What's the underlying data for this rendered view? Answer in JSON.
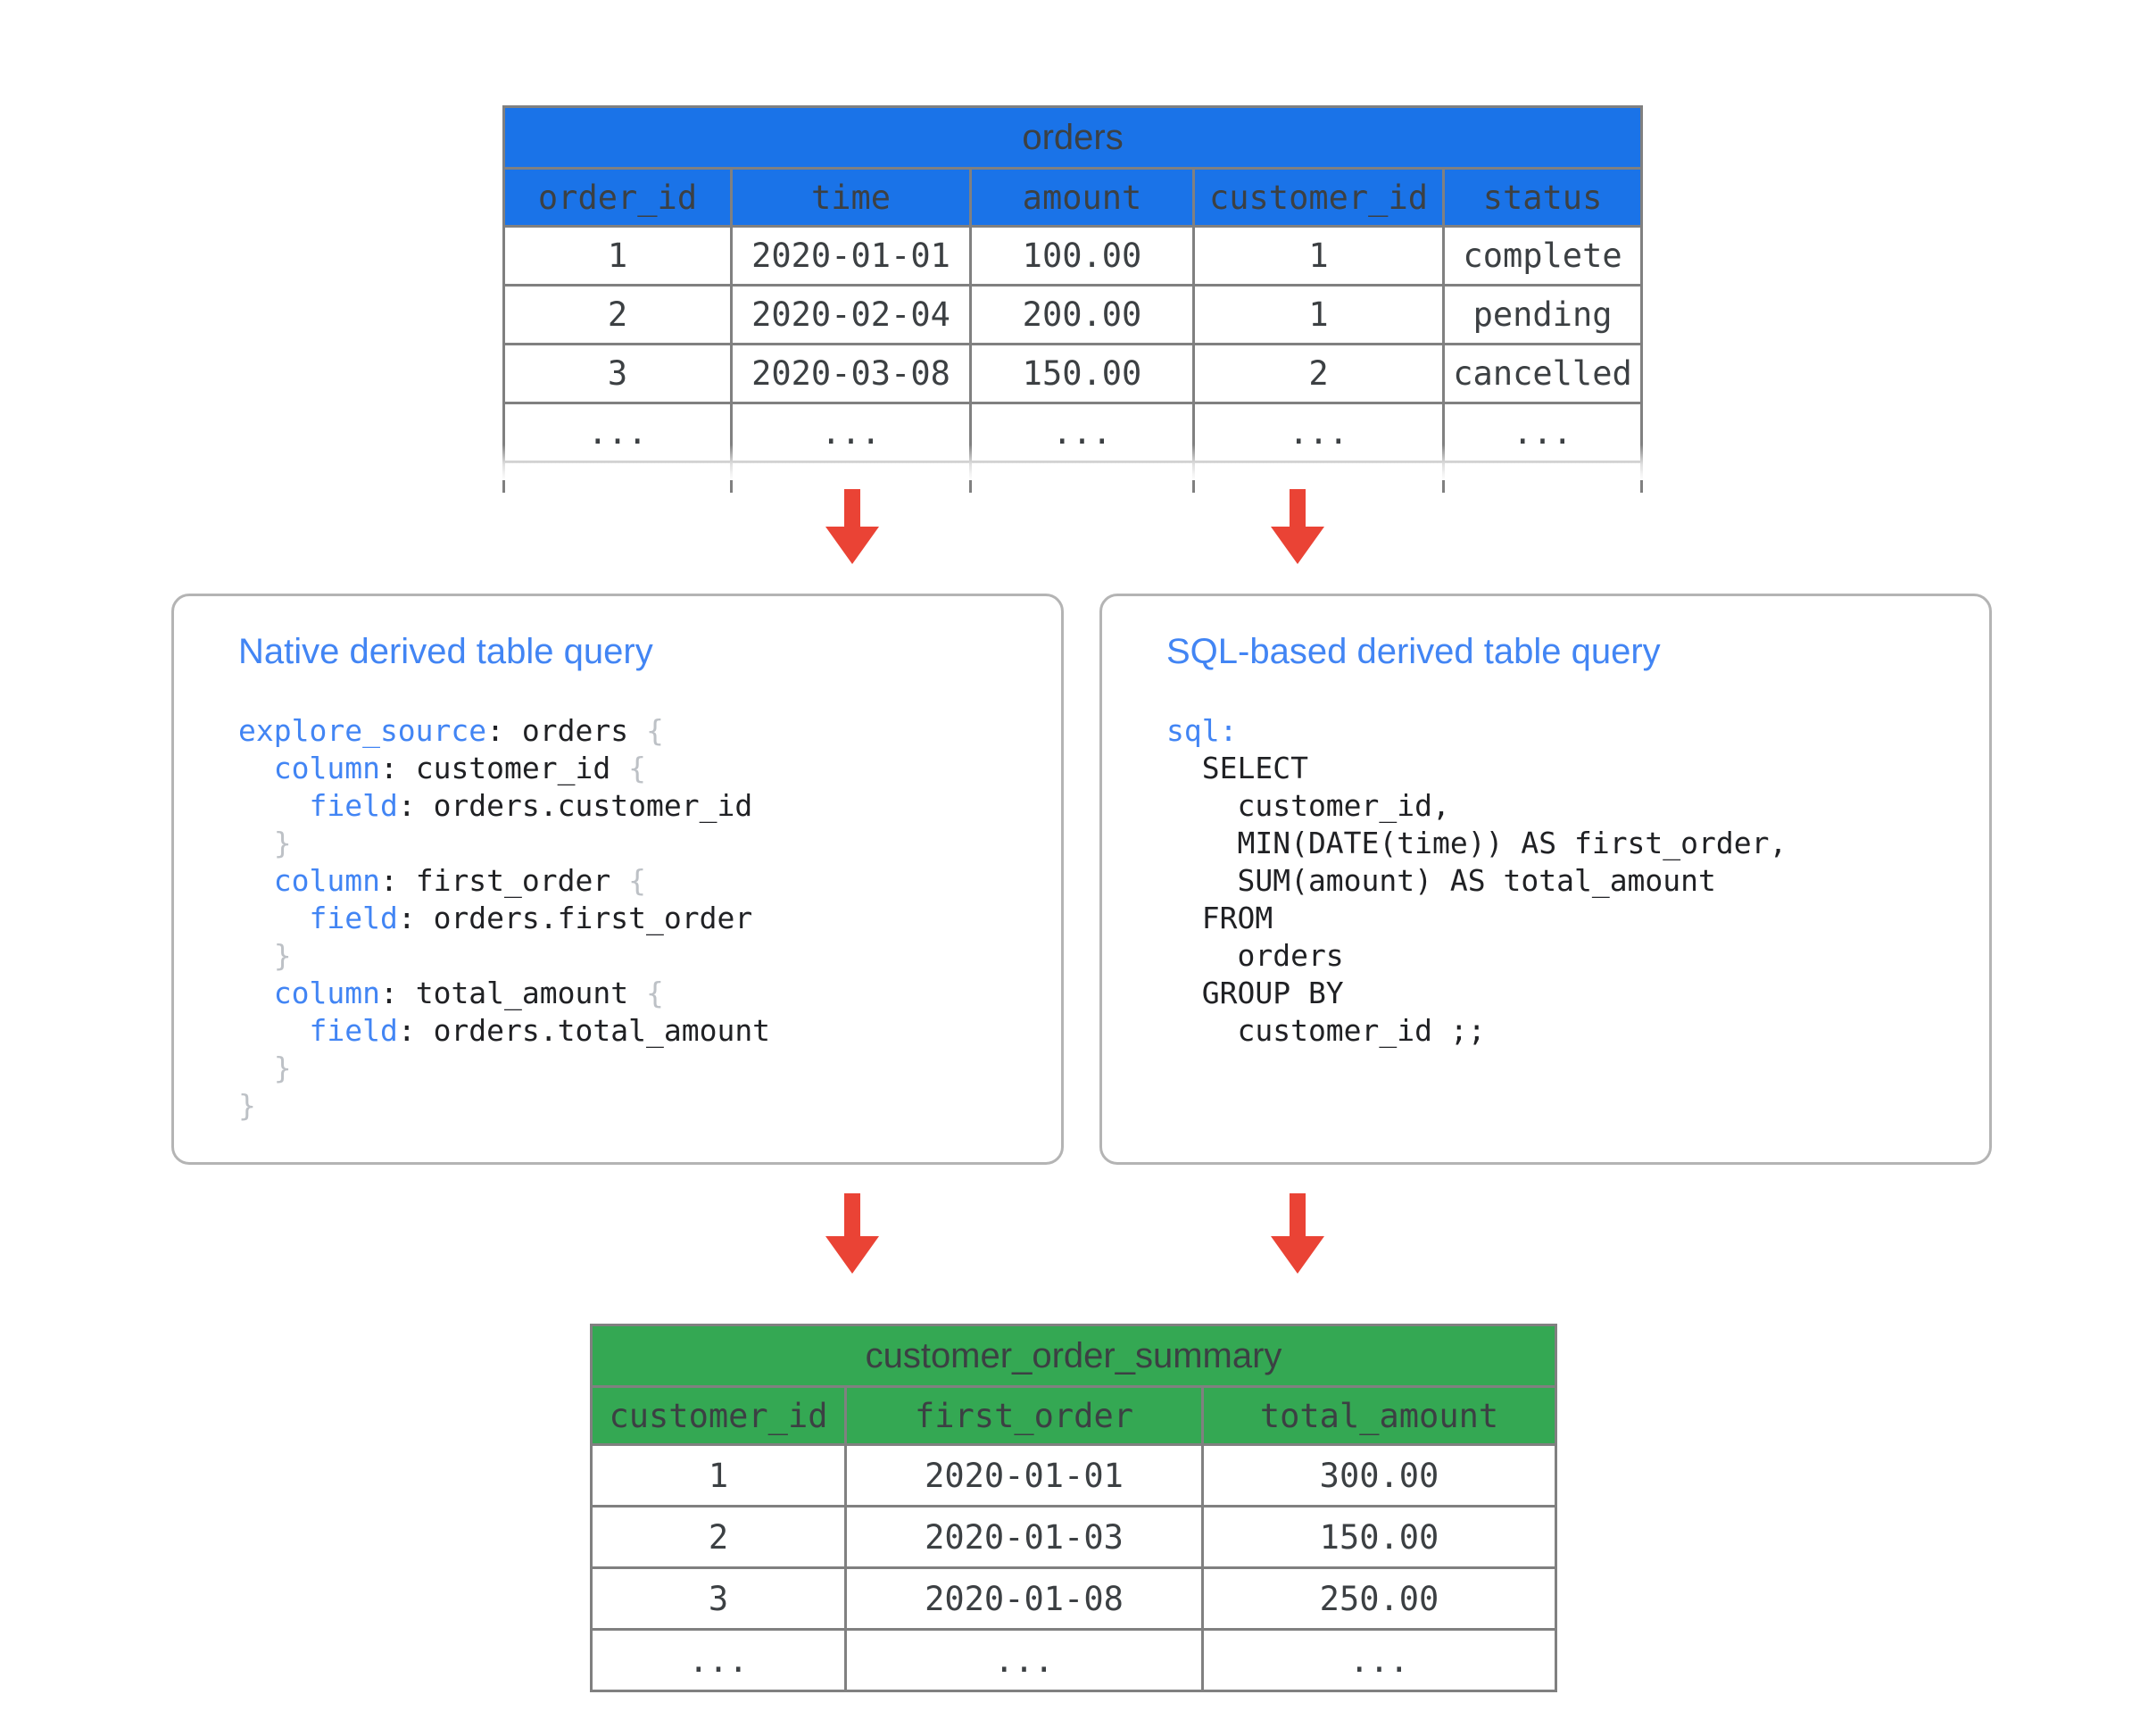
{
  "source_table": {
    "name": "orders",
    "accent": "#1a73e8",
    "columns": [
      "order_id",
      "time",
      "amount",
      "customer_id",
      "status"
    ],
    "rows": [
      [
        "1",
        "2020-01-01",
        "100.00",
        "1",
        "complete"
      ],
      [
        "2",
        "2020-02-04",
        "200.00",
        "1",
        "pending"
      ],
      [
        "3",
        "2020-03-08",
        "150.00",
        "2",
        "cancelled"
      ],
      [
        "...",
        "...",
        "...",
        "...",
        "..."
      ],
      [
        "",
        "",
        "",
        "",
        ""
      ]
    ]
  },
  "result_table": {
    "name": "customer_order_summary",
    "accent": "#34a853",
    "columns": [
      "customer_id",
      "first_order",
      "total_amount"
    ],
    "rows": [
      [
        "1",
        "2020-01-01",
        "300.00"
      ],
      [
        "2",
        "2020-01-03",
        "150.00"
      ],
      [
        "3",
        "2020-01-08",
        "250.00"
      ],
      [
        "...",
        "...",
        "..."
      ]
    ]
  },
  "panels": [
    {
      "title": "Native derived table query",
      "title_color": "#4285f4",
      "code_lines": [
        [
          {
            "t": "explore_source",
            "c": "kw"
          },
          {
            "t": ": orders ",
            "c": "plain"
          },
          {
            "t": "{",
            "c": "brc"
          }
        ],
        [
          {
            "t": "  ",
            "c": "plain"
          },
          {
            "t": "column",
            "c": "kw"
          },
          {
            "t": ": customer_id ",
            "c": "plain"
          },
          {
            "t": "{",
            "c": "brc"
          }
        ],
        [
          {
            "t": "    ",
            "c": "plain"
          },
          {
            "t": "field",
            "c": "kw"
          },
          {
            "t": ": orders.customer_id",
            "c": "plain"
          }
        ],
        [
          {
            "t": "  ",
            "c": "plain"
          },
          {
            "t": "}",
            "c": "brc"
          }
        ],
        [
          {
            "t": "  ",
            "c": "plain"
          },
          {
            "t": "column",
            "c": "kw"
          },
          {
            "t": ": first_order ",
            "c": "plain"
          },
          {
            "t": "{",
            "c": "brc"
          }
        ],
        [
          {
            "t": "    ",
            "c": "plain"
          },
          {
            "t": "field",
            "c": "kw"
          },
          {
            "t": ": orders.first_order",
            "c": "plain"
          }
        ],
        [
          {
            "t": "  ",
            "c": "plain"
          },
          {
            "t": "}",
            "c": "brc"
          }
        ],
        [
          {
            "t": "  ",
            "c": "plain"
          },
          {
            "t": "column",
            "c": "kw"
          },
          {
            "t": ": total_amount ",
            "c": "plain"
          },
          {
            "t": "{",
            "c": "brc"
          }
        ],
        [
          {
            "t": "    ",
            "c": "plain"
          },
          {
            "t": "field",
            "c": "kw"
          },
          {
            "t": ": orders.total_amount",
            "c": "plain"
          }
        ],
        [
          {
            "t": "  ",
            "c": "plain"
          },
          {
            "t": "}",
            "c": "brc"
          }
        ],
        [
          {
            "t": "}",
            "c": "brc"
          }
        ]
      ]
    },
    {
      "title": "SQL-based derived table query",
      "title_color": "#4285f4",
      "code_lines": [
        [
          {
            "t": "sql:",
            "c": "kw"
          }
        ],
        [
          {
            "t": "  SELECT",
            "c": "plain"
          }
        ],
        [
          {
            "t": "    customer_id,",
            "c": "plain"
          }
        ],
        [
          {
            "t": "    MIN(DATE(time)) AS first_order,",
            "c": "plain"
          }
        ],
        [
          {
            "t": "    SUM(amount) AS total_amount",
            "c": "plain"
          }
        ],
        [
          {
            "t": "  FROM",
            "c": "plain"
          }
        ],
        [
          {
            "t": "    orders",
            "c": "plain"
          }
        ],
        [
          {
            "t": "  GROUP BY",
            "c": "plain"
          }
        ],
        [
          {
            "t": "    customer_id ;;",
            "c": "plain"
          }
        ]
      ]
    }
  ],
  "arrows": {
    "color": "#ea4335",
    "direction": "down",
    "count": 4
  }
}
